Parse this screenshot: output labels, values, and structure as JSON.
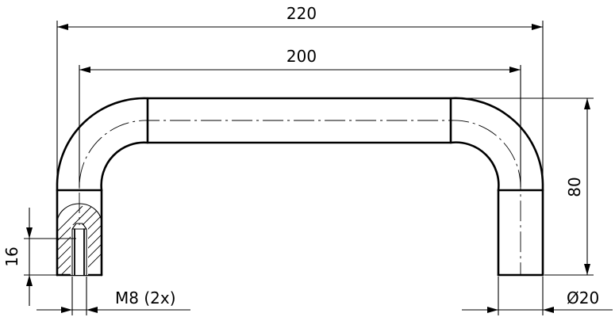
{
  "drawing": {
    "dimensions": {
      "overall_width": "220",
      "center_width": "200",
      "height": "80",
      "thread_depth": "16",
      "thread": "M8 (2x)",
      "diameter": "Ø20"
    }
  }
}
